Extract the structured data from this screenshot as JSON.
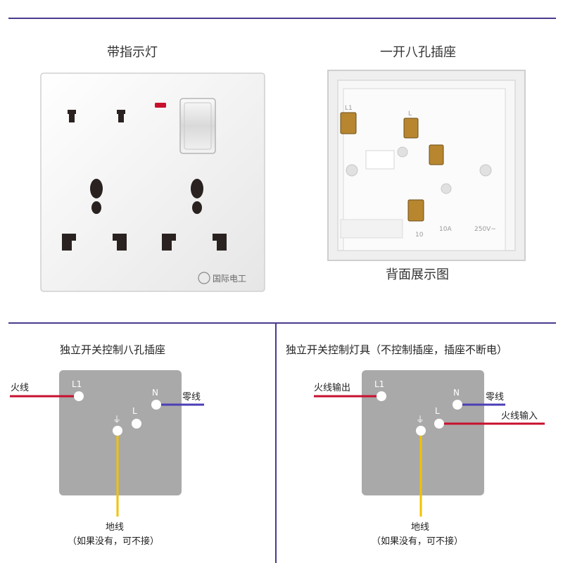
{
  "top": {
    "front_title": "带指示灯",
    "back_title": "一开八孔插座",
    "back_caption": "背面展示图",
    "brand": "国际电工",
    "back_markings": {
      "l1": "L1",
      "l": "L",
      "ten": "10",
      "rating_current": "10A",
      "rating_voltage": "250V~"
    }
  },
  "diagram_left": {
    "title": "独立开关控制八孔插座",
    "wire_live": "火线",
    "wire_neutral": "零线",
    "wire_ground": "地线",
    "ground_note": "（如果没有，可不接）",
    "pins": {
      "l1": "L1",
      "n": "N",
      "l": "L",
      "earth": "⏚"
    }
  },
  "diagram_right": {
    "title": "独立开关控制灯具（不控制插座，插座不断电）",
    "wire_live_out": "火线输出",
    "wire_neutral": "零线",
    "wire_live_in": "火线输入",
    "wire_ground": "地线",
    "ground_note": "（如果没有，可不接）",
    "pins": {
      "l1": "L1",
      "n": "N",
      "l": "L",
      "earth": "⏚"
    }
  },
  "colors": {
    "divider": "#4b3a8c",
    "panel": "#a9a9a9",
    "live_wire": "#c8102e",
    "neutral_wire": "#4b3fb5",
    "ground_wire": "#f2c200",
    "indicator": "#c8102e"
  }
}
